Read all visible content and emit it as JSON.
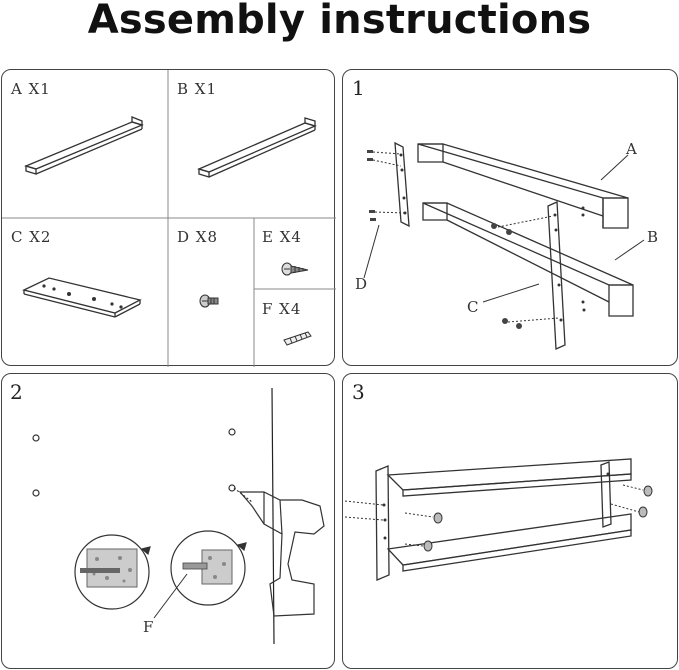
{
  "title": "Assembly instructions",
  "parts": [
    {
      "label": "A  X1"
    },
    {
      "label": "B  X1"
    },
    {
      "label": "C  X2"
    },
    {
      "label": "D  X8"
    },
    {
      "label": "E  X4"
    },
    {
      "label": "F  X4"
    }
  ],
  "steps": [
    {
      "number": "1",
      "callouts": {
        "a": "A",
        "b": "B",
        "c": "C",
        "d": "D"
      }
    },
    {
      "number": "2",
      "callouts": {
        "f": "F"
      }
    },
    {
      "number": "3"
    }
  ]
}
